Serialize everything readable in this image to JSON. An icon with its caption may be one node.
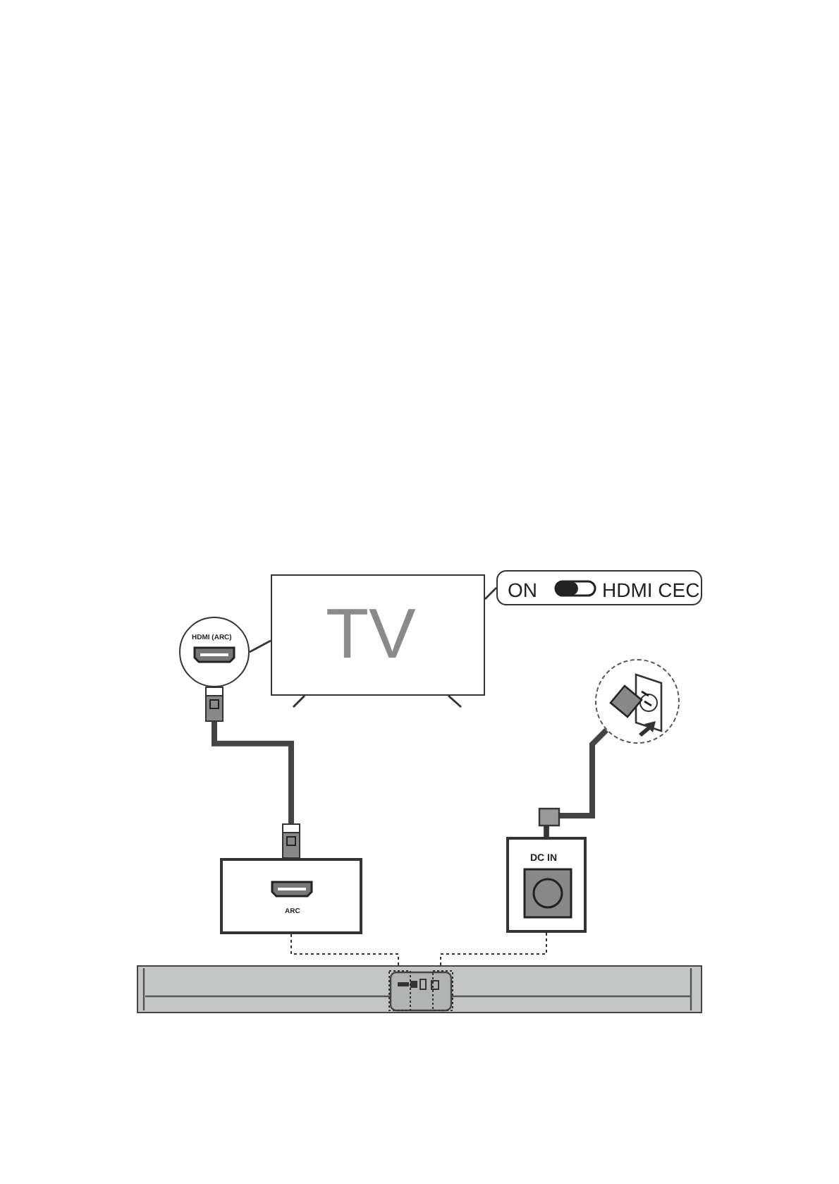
{
  "diagram": {
    "nodes": [
      {
        "text": [
          "TV"
        ]
      },
      {
        "text": [
          "ON",
          "HDMI CEC"
        ]
      },
      {
        "text": [
          "HDMI (ARC)"
        ]
      },
      {
        "text": [],
        "shape": "circle"
      },
      {
        "text": [
          "ARC"
        ]
      },
      {
        "text": [
          "DC IN"
        ]
      },
      {
        "text": [],
        "shape": "bar"
      }
    ],
    "edges": [
      {
        "from": 1,
        "to": 0,
        "arrow": "none"
      },
      {
        "from": 2,
        "to": 0,
        "arrow": "none"
      },
      {
        "from": 2,
        "to": 4,
        "arrow": "none",
        "style": "thick"
      },
      {
        "from": 5,
        "to": 3,
        "arrow": "none",
        "style": "thick"
      },
      {
        "from": 4,
        "to": 6,
        "arrow": "none",
        "style": "dashed"
      },
      {
        "from": 5,
        "to": 6,
        "arrow": "none",
        "style": "dashed"
      }
    ]
  }
}
